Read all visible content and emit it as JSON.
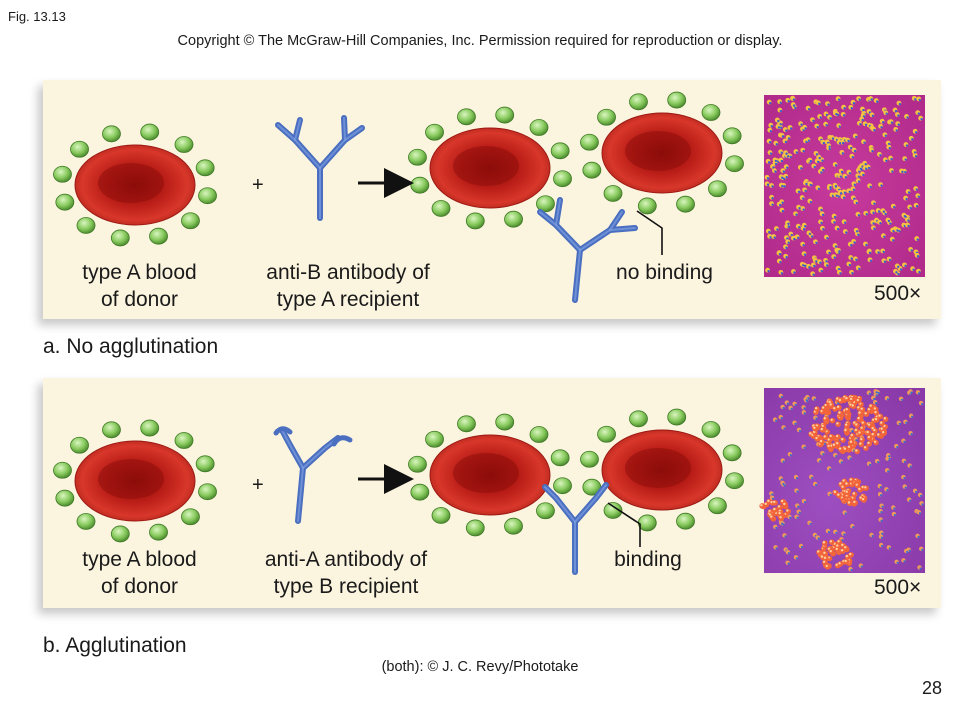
{
  "figure_label": "Fig. 13.13",
  "copyright": "Copyright © The McGraw-Hill Companies, Inc. Permission required for reproduction or display.",
  "panel_a": {
    "caption": "a. No agglutination",
    "donor_label_line1": "type A blood",
    "donor_label_line2": "of donor",
    "plus": "+",
    "antibody_label_line1": "anti-B antibody of",
    "antibody_label_line2": "type A recipient",
    "result_label": "no binding",
    "magnification": "500×"
  },
  "panel_b": {
    "caption": "b. Agglutination",
    "donor_label_line1": "type A blood",
    "donor_label_line2": "of donor",
    "plus": "+",
    "antibody_label_line1": "anti-A antibody of",
    "antibody_label_line2": "type B recipient",
    "result_label": "binding",
    "magnification": "500×"
  },
  "credit": "(both): © J. C. Revy/Phototake",
  "page_number": "28",
  "colors": {
    "panel_background": "#fbf4df",
    "red_blood_cell": "#c4201a",
    "antigen": "#7fbf55",
    "antibody": "#4a6fc0",
    "micrograph_a": "#c4309a",
    "micrograph_b": "#9a45b5"
  }
}
